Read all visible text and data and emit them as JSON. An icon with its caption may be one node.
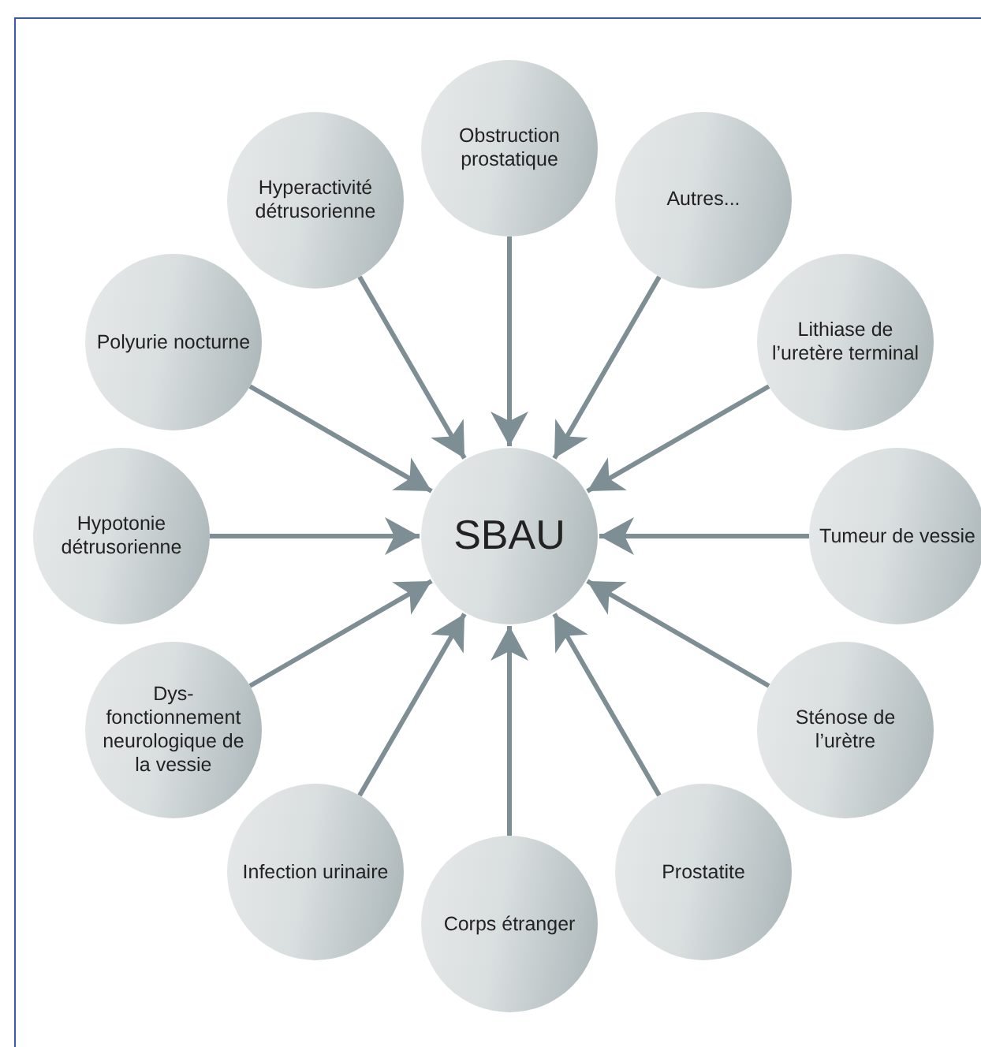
{
  "diagram": {
    "nodes": [
      {
        "text": [
          "Obstruction prostatique"
        ]
      },
      {
        "text": [
          "Autres..."
        ]
      },
      {
        "text": [
          "Lithiase de l’uretère terminal"
        ]
      },
      {
        "text": [
          "Tumeur de vessie"
        ]
      },
      {
        "text": [
          "Sténose de l’urètre"
        ]
      },
      {
        "text": [
          "Prostatite"
        ]
      },
      {
        "text": [
          "Corps étranger"
        ]
      },
      {
        "text": [
          "Infection urinaire"
        ]
      },
      {
        "text": [
          "Dys-fonctionnement neurologique de la vessie"
        ]
      },
      {
        "text": [
          "Hypotonie détrusorienne"
        ]
      },
      {
        "text": [
          "Polyurie nocturne"
        ]
      },
      {
        "text": [
          "Hyperactivité détrusorienne"
        ]
      },
      {
        "text": [
          "SBAU"
        ]
      }
    ],
    "edges": [
      {
        "from": 0,
        "to": 12,
        "arrow": "to"
      },
      {
        "from": 1,
        "to": 12,
        "arrow": "to"
      },
      {
        "from": 2,
        "to": 12,
        "arrow": "to"
      },
      {
        "from": 3,
        "to": 12,
        "arrow": "to"
      },
      {
        "from": 4,
        "to": 12,
        "arrow": "to"
      },
      {
        "from": 5,
        "to": 12,
        "arrow": "to"
      },
      {
        "from": 6,
        "to": 12,
        "arrow": "to"
      },
      {
        "from": 7,
        "to": 12,
        "arrow": "to"
      },
      {
        "from": 8,
        "to": 12,
        "arrow": "to"
      },
      {
        "from": 9,
        "to": 12,
        "arrow": "to"
      },
      {
        "from": 10,
        "to": 12,
        "arrow": "to"
      },
      {
        "from": 11,
        "to": 12,
        "arrow": "to"
      }
    ]
  }
}
